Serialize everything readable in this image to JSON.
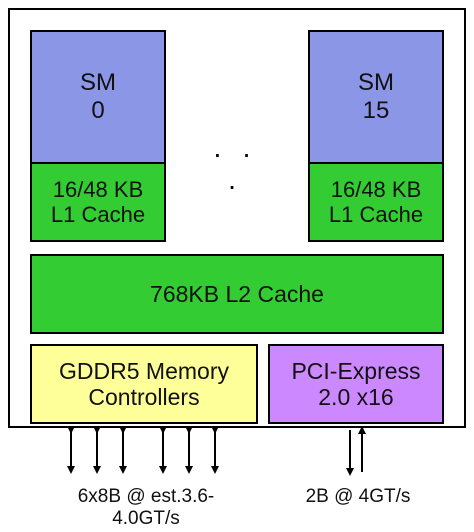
{
  "sm_left": {
    "line1": "SM",
    "line2": "0"
  },
  "l1_left": {
    "line1": "16/48 KB",
    "line2": "L1 Cache"
  },
  "sm_right": {
    "line1": "SM",
    "line2": "15"
  },
  "l1_right": {
    "line1": "16/48 KB",
    "line2": "L1 Cache"
  },
  "ellipsis": "· · ·",
  "l2_cache": "768KB L2 Cache",
  "memory_controllers": {
    "line1": "GDDR5 Memory",
    "line2": "Controllers"
  },
  "pci_express": {
    "line1": "PCI-Express",
    "line2": "2.0 x16"
  },
  "memory_bus_caption": {
    "line1": "6x8B @ est.3.6-",
    "line2": "4.0GT/s"
  },
  "pci_bus_caption": "2B @ 4GT/s",
  "colors": {
    "sm": "#8b97e6",
    "cache": "#33cc33",
    "memory": "#ffff99",
    "pci": "#cc88ff"
  }
}
